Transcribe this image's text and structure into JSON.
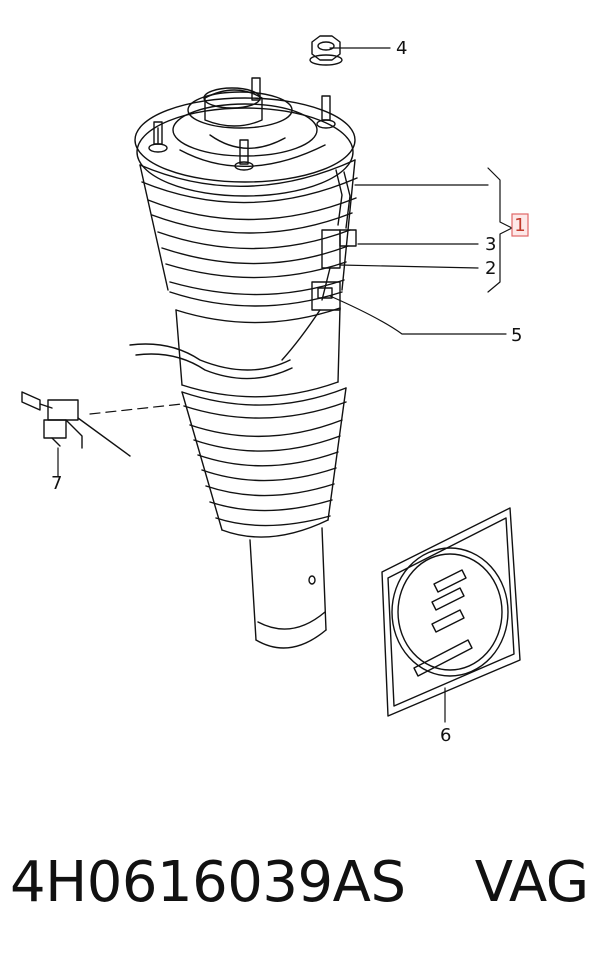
{
  "callouts": {
    "c1": "1",
    "c2": "2",
    "c3": "3",
    "c4": "4",
    "c5": "5",
    "c6": "6",
    "c7": "7"
  },
  "caption": {
    "part_number": "4H0616039AS",
    "brand": "VAG",
    "full": "4H0616039AS    VAG"
  },
  "colors": {
    "line": "#111111",
    "callout_box_border": "#e06666",
    "callout_box_fill": "#fde8e8"
  }
}
